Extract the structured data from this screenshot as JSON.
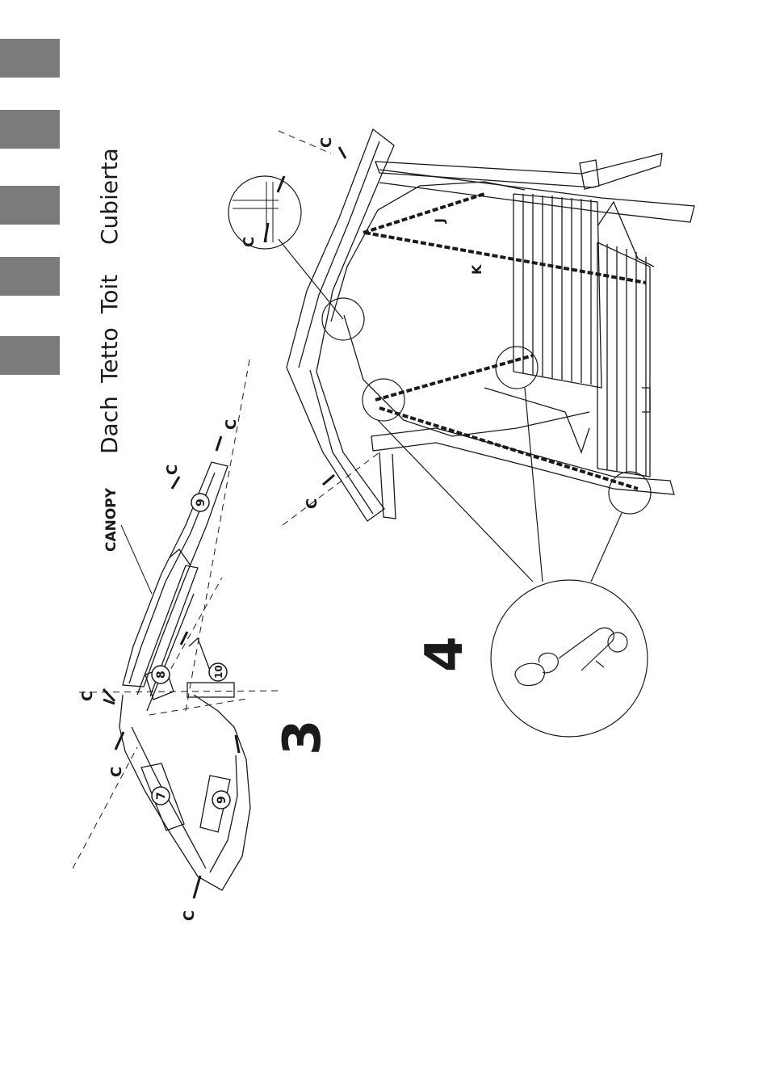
{
  "language_tabs": [
    {
      "id": "tab-1",
      "color": "#7b7b7b"
    },
    {
      "id": "tab-2",
      "color": "#7b7b7b"
    },
    {
      "id": "tab-3",
      "color": "#7b7b7b"
    },
    {
      "id": "tab-4",
      "color": "#7b7b7b"
    },
    {
      "id": "tab-5",
      "color": "#7b7b7b"
    }
  ],
  "section_titles": [
    "Dach",
    "Tetto",
    "Toit",
    "Cubierta"
  ],
  "canopy_label": "CANOPY",
  "steps": {
    "step3": "3",
    "step4": "4"
  },
  "part_numbers": {
    "p7": "7",
    "p8": "8",
    "p9": "9",
    "p10": "10"
  },
  "hardware_labels": {
    "c": "C",
    "j": "J",
    "k": "K"
  }
}
